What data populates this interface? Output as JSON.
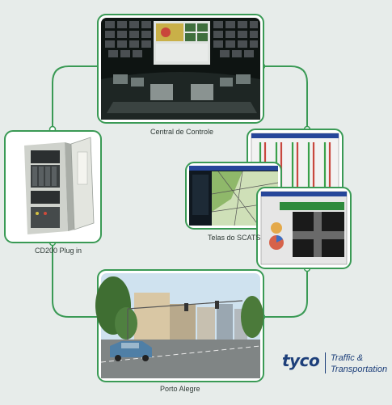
{
  "labels": {
    "control_center": "Central de Controle",
    "controller": "CD200 Plug in",
    "screens": "Telas do SCATS",
    "city": "Porto Alegre"
  },
  "logo": {
    "word": "tyco",
    "line1": "Traffic &",
    "line2": "Transportation"
  },
  "colors": {
    "frame": "#3a9a55",
    "background": "#e7ecea",
    "brand": "#1d3f7a"
  }
}
